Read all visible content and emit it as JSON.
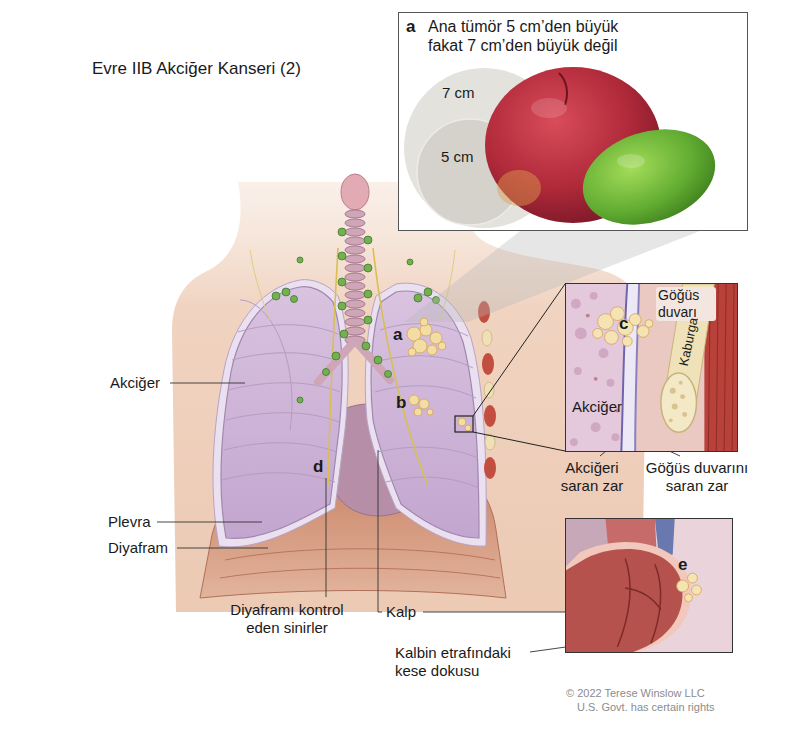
{
  "diagram": {
    "title": "Evre IIB Akciğer Kanseri (2)",
    "nodes": [
      {
        "text": [
          "a",
          "Ana tümör 5 cm’den büyük fakat 7 cm’den büyük değil"
        ]
      },
      {
        "text": [
          "7 cm"
        ],
        "in": 0
      },
      {
        "text": [
          "5 cm"
        ],
        "in": 1
      },
      {
        "text": [
          "c",
          "Göğüs duvarı",
          "Kaburga",
          "Akciğer"
        ]
      },
      {
        "text": [
          "e"
        ]
      }
    ],
    "labels": [
      "a",
      "b",
      "d",
      "Akciğer",
      "Plevra",
      "Diyafram",
      "Diyaframı kontrol eden sinirler",
      "Kalp",
      "Akciğeri saran zar",
      "Göğüs duvarını saran zar",
      "Kalbin etrafındaki kese dokusu",
      "© 2022 Terese Winslow LLC",
      "U.S. Govt. has certain rights"
    ]
  }
}
